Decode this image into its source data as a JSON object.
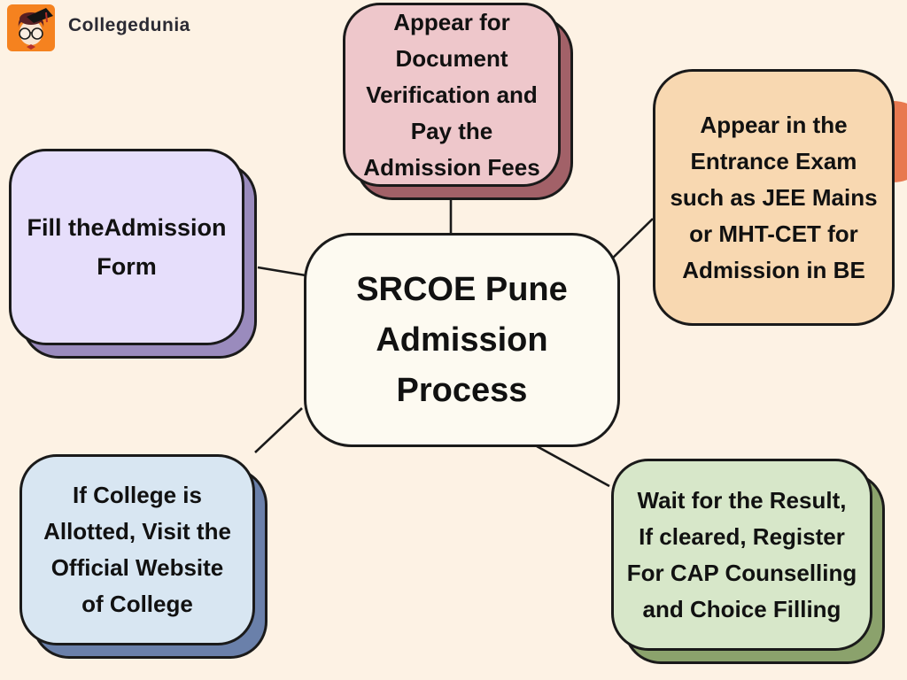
{
  "background_color": "#fdf2e4",
  "line_color": "#1a1a1a",
  "text_color": "#111111",
  "brand": {
    "name": "Collegedunia",
    "logo_color": "#f5821f"
  },
  "center": {
    "id": "srcoe-pune-admission-process",
    "text": "SRCOE Pune\nAdmission\nProcess",
    "fill": "#fdfaf1"
  },
  "nodes": [
    {
      "id": "document-verification",
      "text": "Appear for\nDocument\nVerification and\nPay the\nAdmission Fees",
      "fill": "#eec7cb",
      "shadow": "#a26168"
    },
    {
      "id": "entrance-exam",
      "text": "Appear in the\nEntrance Exam\nsuch as JEE Mains\nor MHT-CET for\nAdmission in BE",
      "fill": "#f8d8b1",
      "accent": "#e87950"
    },
    {
      "id": "fill-admission-form",
      "text": "Fill theAdmission\nForm",
      "fill": "#e6defb",
      "shadow": "#9a8bbd"
    },
    {
      "id": "college-allotted",
      "text": "If College is\nAllotted, Visit the\nOfficial Website\nof College",
      "fill": "#d8e6f2",
      "shadow": "#6a80aa"
    },
    {
      "id": "cap-counselling",
      "text": "Wait for the Result,\nIf cleared, Register\nFor CAP Counselling\nand Choice Filling",
      "fill": "#d7e7c9",
      "shadow": "#8ba26c"
    }
  ]
}
